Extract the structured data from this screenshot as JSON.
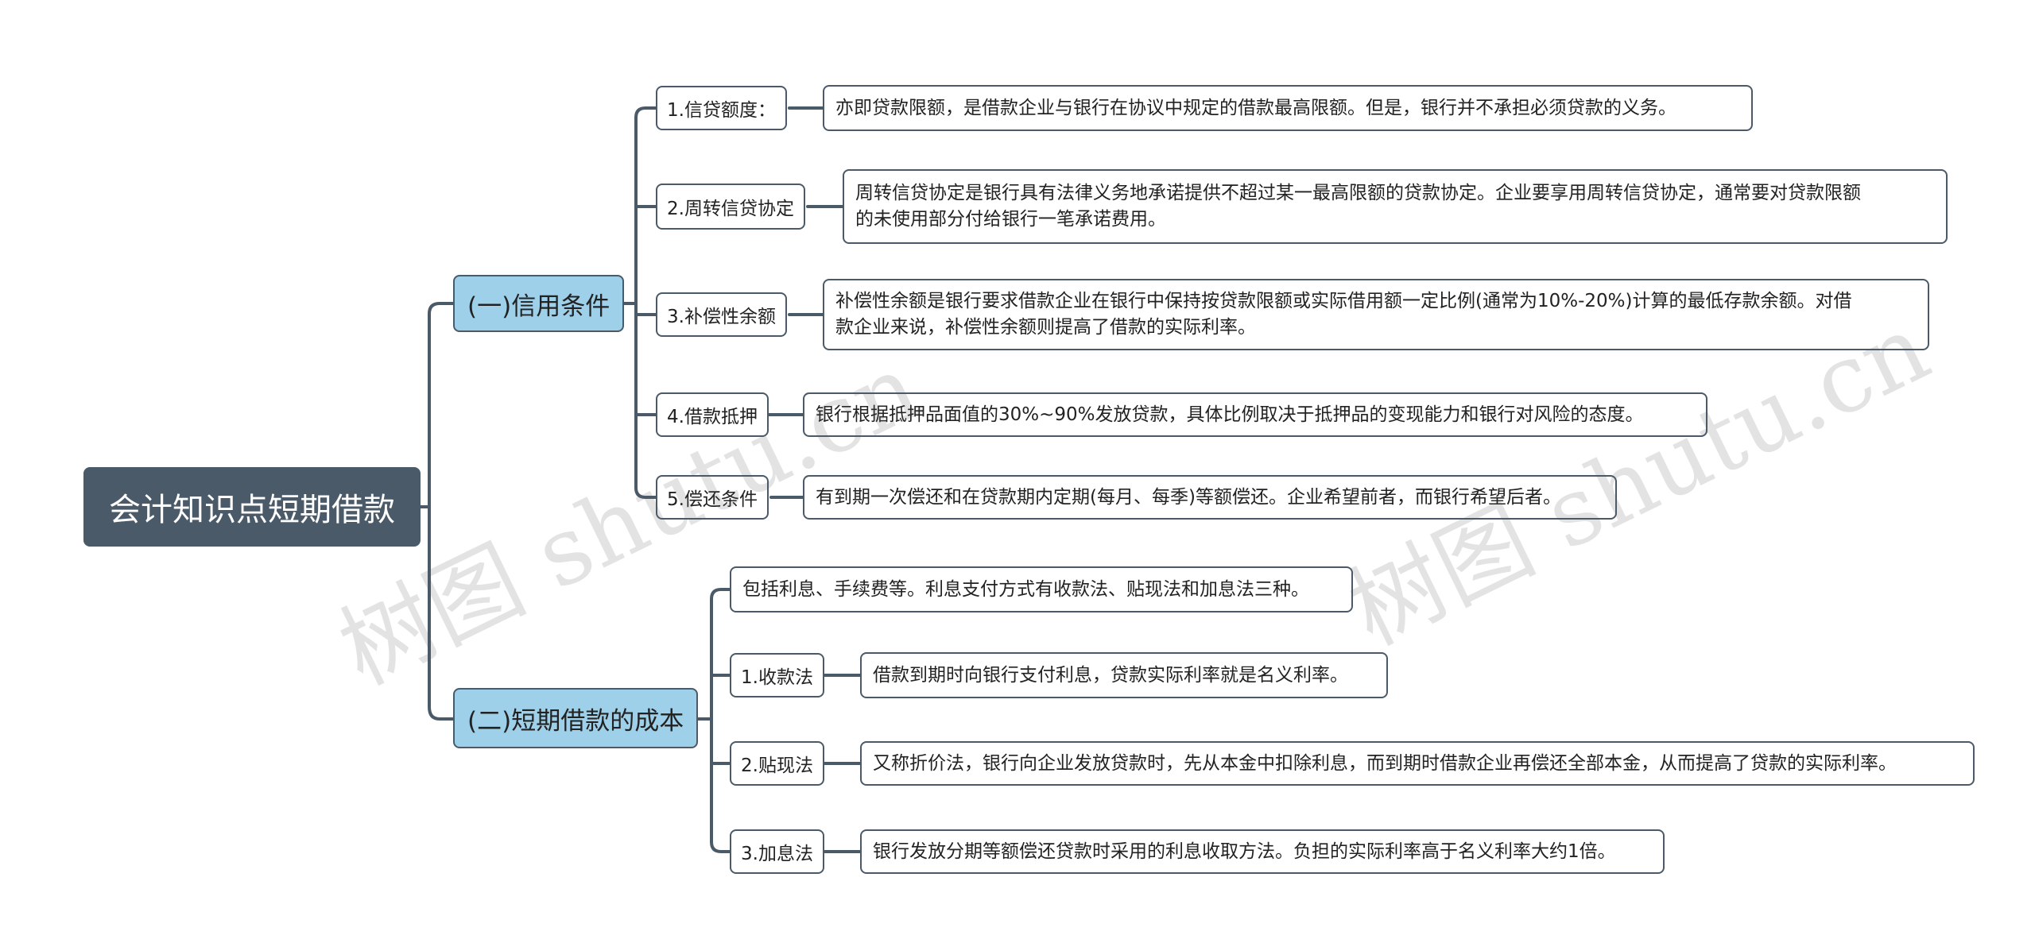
{
  "root": {
    "label": "会计知识点短期借款"
  },
  "branches": [
    {
      "label": "(一)信用条件",
      "items": [
        {
          "label": "1.信贷额度：",
          "detail": [
            "亦即贷款限额，是借款企业与银行在协议中规定的借款最高限额。但是，银行并不承担必须贷款的义务。"
          ]
        },
        {
          "label": "2.周转信贷协定",
          "detail": [
            "周转信贷协定是银行具有法律义务地承诺提供不超过某一最高限额的贷款协定。企业要享用周转信贷协定，通常要对贷款限额",
            "的未使用部分付给银行一笔承诺费用。"
          ]
        },
        {
          "label": "3.补偿性余额",
          "detail": [
            "补偿性余额是银行要求借款企业在银行中保持按贷款限额或实际借用额一定比例(通常为10%-20%)计算的最低存款余额。对借",
            "款企业来说，补偿性余额则提高了借款的实际利率。"
          ]
        },
        {
          "label": "4.借款抵押",
          "detail": [
            "银行根据抵押品面值的30%~90%发放贷款，具体比例取决于抵押品的变现能力和银行对风险的态度。"
          ]
        },
        {
          "label": "5.偿还条件",
          "detail": [
            "有到期一次偿还和在贷款期内定期(每月、每季)等额偿还。企业希望前者，而银行希望后者。"
          ]
        }
      ]
    },
    {
      "label": "(二)短期借款的成本",
      "intro": "包括利息、手续费等。利息支付方式有收款法、贴现法和加息法三种。",
      "items": [
        {
          "label": "1.收款法",
          "detail": [
            "借款到期时向银行支付利息，贷款实际利率就是名义利率。"
          ]
        },
        {
          "label": "2.贴现法",
          "detail": [
            "又称折价法，银行向企业发放贷款时，先从本金中扣除利息，而到期时借款企业再偿还全部本金，从而提高了贷款的实际利率。"
          ]
        },
        {
          "label": "3.加息法",
          "detail": [
            "银行发放分期等额偿还贷款时采用的利息收取方法。负担的实际利率高于名义利率大约1倍。"
          ]
        }
      ]
    }
  ],
  "watermark": "树图 shutu.cn",
  "colors": {
    "root_bg": "#4a5a69",
    "branch_bg": "#9ed0ea",
    "line": "#4a5a69"
  }
}
